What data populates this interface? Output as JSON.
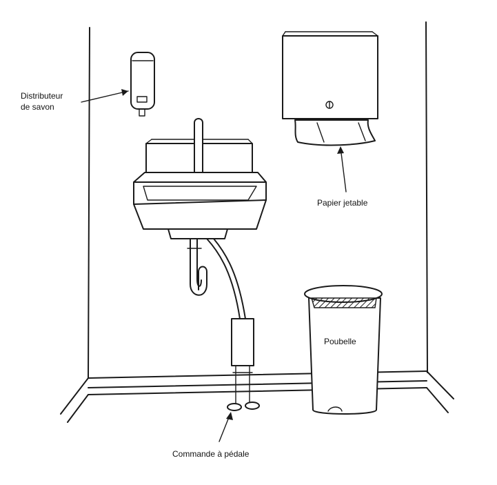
{
  "labels": {
    "soap_line1": "Distributeur",
    "soap_line2": "de savon",
    "paper": "Papier jetable",
    "bin": "Poubelle",
    "pedal": "Commande à pédale"
  },
  "colors": {
    "ink": "#1a1a1a",
    "background": "#ffffff"
  }
}
